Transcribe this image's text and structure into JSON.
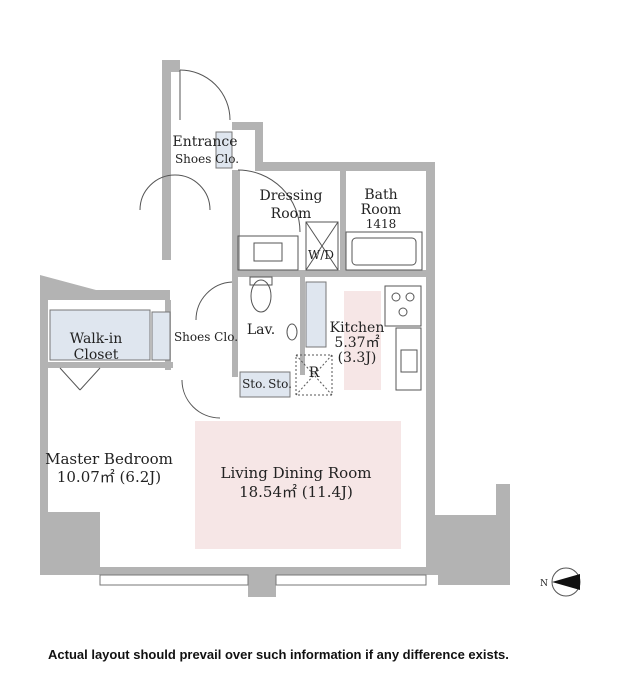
{
  "rooms": {
    "entrance": "Entrance",
    "shoes_closet_entrance": "Shoes Clo.",
    "dressing_room_line1": "Dressing",
    "dressing_room_line2": "Room",
    "bath_room_line1": "Bath",
    "bath_room_line2": "Room",
    "bath_size": "1418",
    "washer_dryer": "W/D",
    "walk_in_closet_line1": "Walk-in",
    "walk_in_closet_line2": "Closet",
    "shoes_closet_hall": "Shoes Clo.",
    "lavatory": "Lav.",
    "kitchen": "Kitchen",
    "kitchen_area": "5.37㎡",
    "kitchen_jo": "(3.3J)",
    "refrigerator": "R",
    "storage_1": "Sto.",
    "storage_2": "Sto.",
    "master_bedroom": "Master Bedroom",
    "master_bedroom_area": "10.07㎡ (6.2J)",
    "ldk": "Living Dining Room",
    "ldk_area": "18.54㎡ (11.4J)"
  },
  "compass": {
    "label": "N"
  },
  "disclaimer": "Actual layout should prevail over such information if any difference exists.",
  "colors": {
    "wall": "#b3b3b3",
    "floor_highlight": "#f6e6e6",
    "closet_fill": "#dfe6ef",
    "line": "#555555"
  }
}
